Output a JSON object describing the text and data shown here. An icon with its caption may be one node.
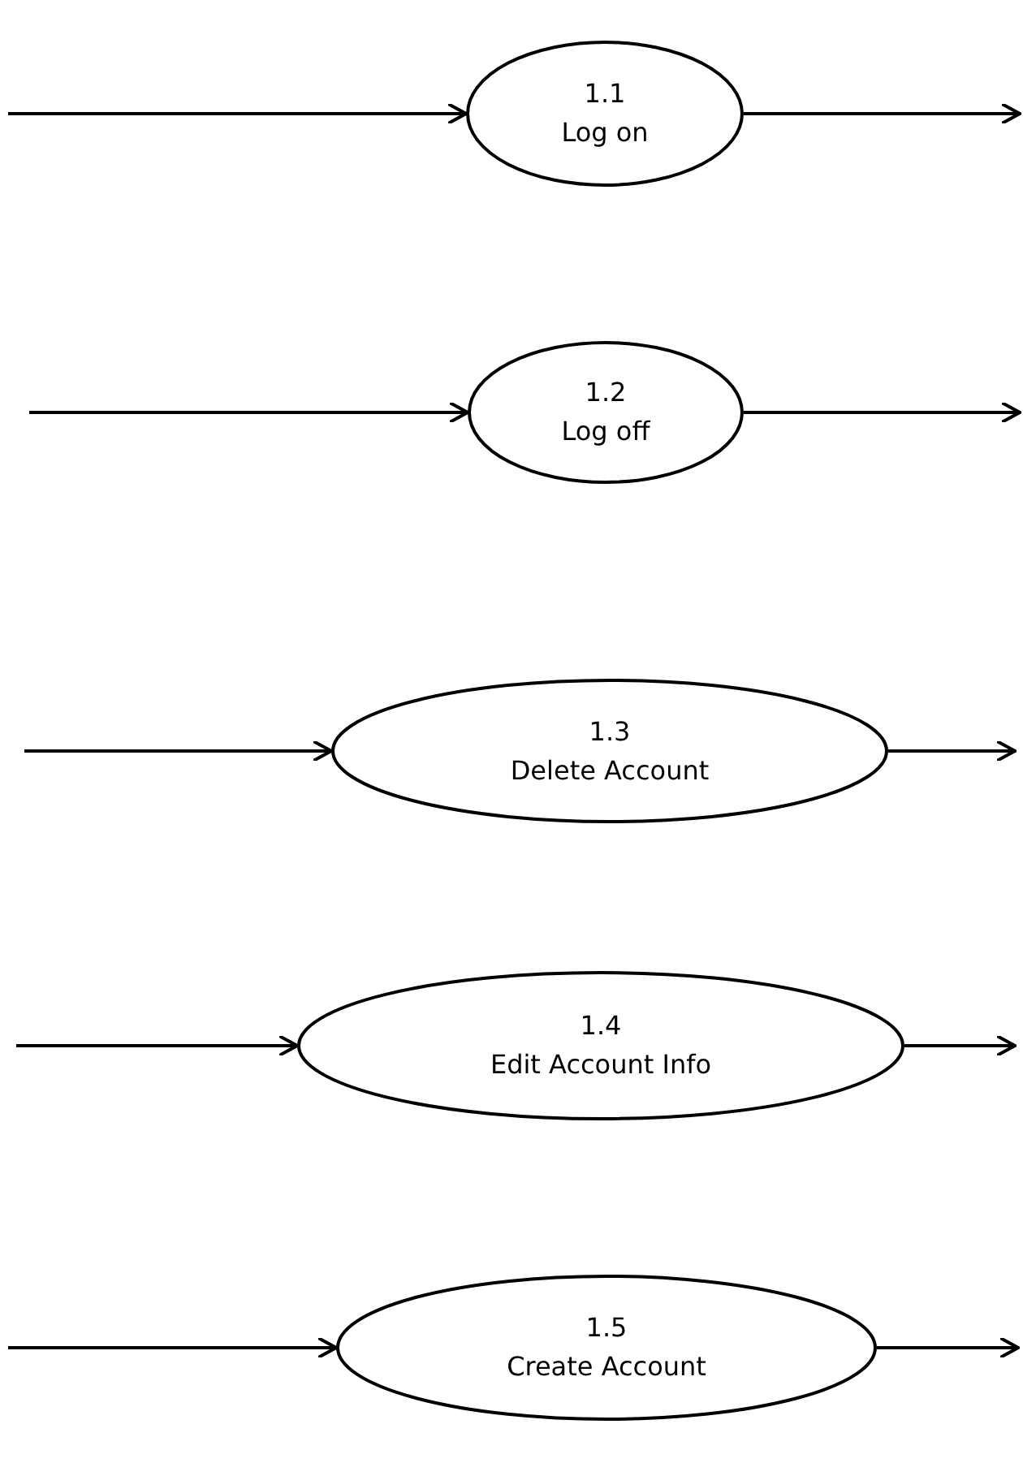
{
  "diagram": {
    "nodes": [
      {
        "text": [
          "1.1",
          "Log on"
        ]
      },
      {
        "text": [
          "1.2",
          "Log off"
        ]
      },
      {
        "text": [
          "1.3",
          "Delete Account"
        ]
      },
      {
        "text": [
          "1.4",
          "Edit Account Info"
        ]
      },
      {
        "text": [
          "1.5",
          "Create Account"
        ]
      }
    ],
    "edges": [
      {
        "from": null,
        "to": 0,
        "arrow": "to"
      },
      {
        "from": 0,
        "to": null,
        "arrow": "to"
      },
      {
        "from": null,
        "to": 1,
        "arrow": "to"
      },
      {
        "from": 1,
        "to": null,
        "arrow": "to"
      },
      {
        "from": null,
        "to": 2,
        "arrow": "to"
      },
      {
        "from": 2,
        "to": null,
        "arrow": "to"
      },
      {
        "from": null,
        "to": 3,
        "arrow": "to"
      },
      {
        "from": 3,
        "to": null,
        "arrow": "to"
      },
      {
        "from": null,
        "to": 4,
        "arrow": "to"
      },
      {
        "from": 4,
        "to": null,
        "arrow": "to"
      }
    ]
  }
}
